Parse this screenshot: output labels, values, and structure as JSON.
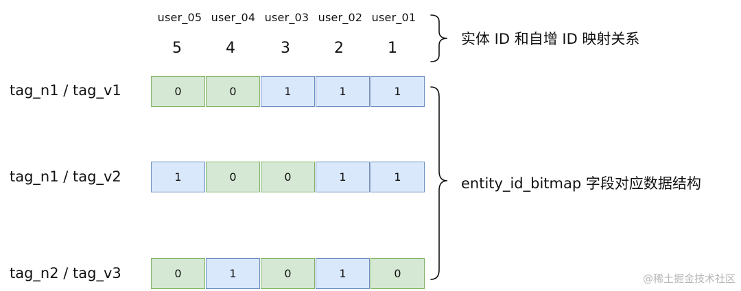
{
  "users": [
    {
      "label": "user_05",
      "id": "5"
    },
    {
      "label": "user_04",
      "id": "4"
    },
    {
      "label": "user_03",
      "id": "3"
    },
    {
      "label": "user_02",
      "id": "2"
    },
    {
      "label": "user_01",
      "id": "1"
    }
  ],
  "rows": [
    {
      "label": "tag_n1 / tag_v1",
      "bits": [
        "0",
        "0",
        "1",
        "1",
        "1"
      ]
    },
    {
      "label": "tag_n1 / tag_v2",
      "bits": [
        "1",
        "0",
        "0",
        "1",
        "1"
      ]
    },
    {
      "label": "tag_n2 / tag_v3",
      "bits": [
        "0",
        "1",
        "0",
        "1",
        "0"
      ]
    }
  ],
  "annotations": {
    "mapping": "实体 ID 和自增 ID 映射关系",
    "structure": "entity_id_bitmap 字段对应数据结构"
  },
  "watermark": "@稀土掘金技术社区",
  "colors": {
    "bit_1_fill": "#dae8fc",
    "bit_1_stroke": "#6c8ebf",
    "bit_0_fill": "#d5e8d4",
    "bit_0_stroke": "#82b366",
    "text": "#111111",
    "watermark": "#b6b6b6"
  }
}
